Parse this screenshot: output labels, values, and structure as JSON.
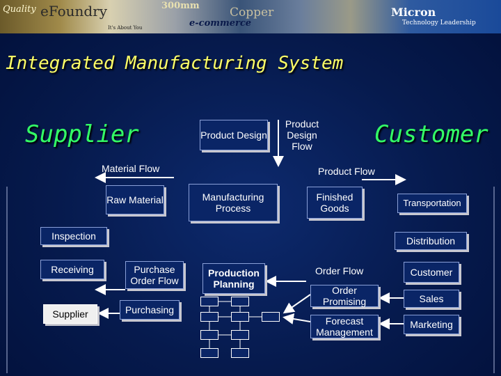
{
  "banner": {
    "left_text_1": "Quality",
    "left_text_2": "eFoundry",
    "left_text_3": "It's About You",
    "center_text_1": "300mm",
    "center_text_2": "Copper",
    "center_text_3": "e-commerce",
    "right_text_1": "Micron",
    "right_text_2": "Technology Leadership"
  },
  "title": "Integrated Manufacturing System",
  "labels": {
    "supplier": "Supplier",
    "customer": "Customer",
    "product_design_box": "Product Design",
    "product_design_flow": "Product Design Flow",
    "material_flow": "Material Flow",
    "product_flow": "Product Flow",
    "raw_material": "Raw Material",
    "manufacturing_process": "Manufacturing Process",
    "finished_goods": "Finished Goods",
    "transportation": "Transportation",
    "inspection": "Inspection",
    "distribution": "Distribution",
    "receiving": "Receiving",
    "purchase_order_flow": "Purchase Order Flow",
    "production_planning": "Production Planning",
    "order_flow": "Order Flow",
    "customer_box": "Customer",
    "supplier_box": "Supplier",
    "purchasing": "Purchasing",
    "order_promising": "Order Promising",
    "sales": "Sales",
    "forecast_management": "Forecast Management",
    "marketing": "Marketing"
  },
  "colors": {
    "title": "#ffff66",
    "big_labels": "#33ff66",
    "box_fill": "#0a2566",
    "arrows": "#ffffff"
  }
}
